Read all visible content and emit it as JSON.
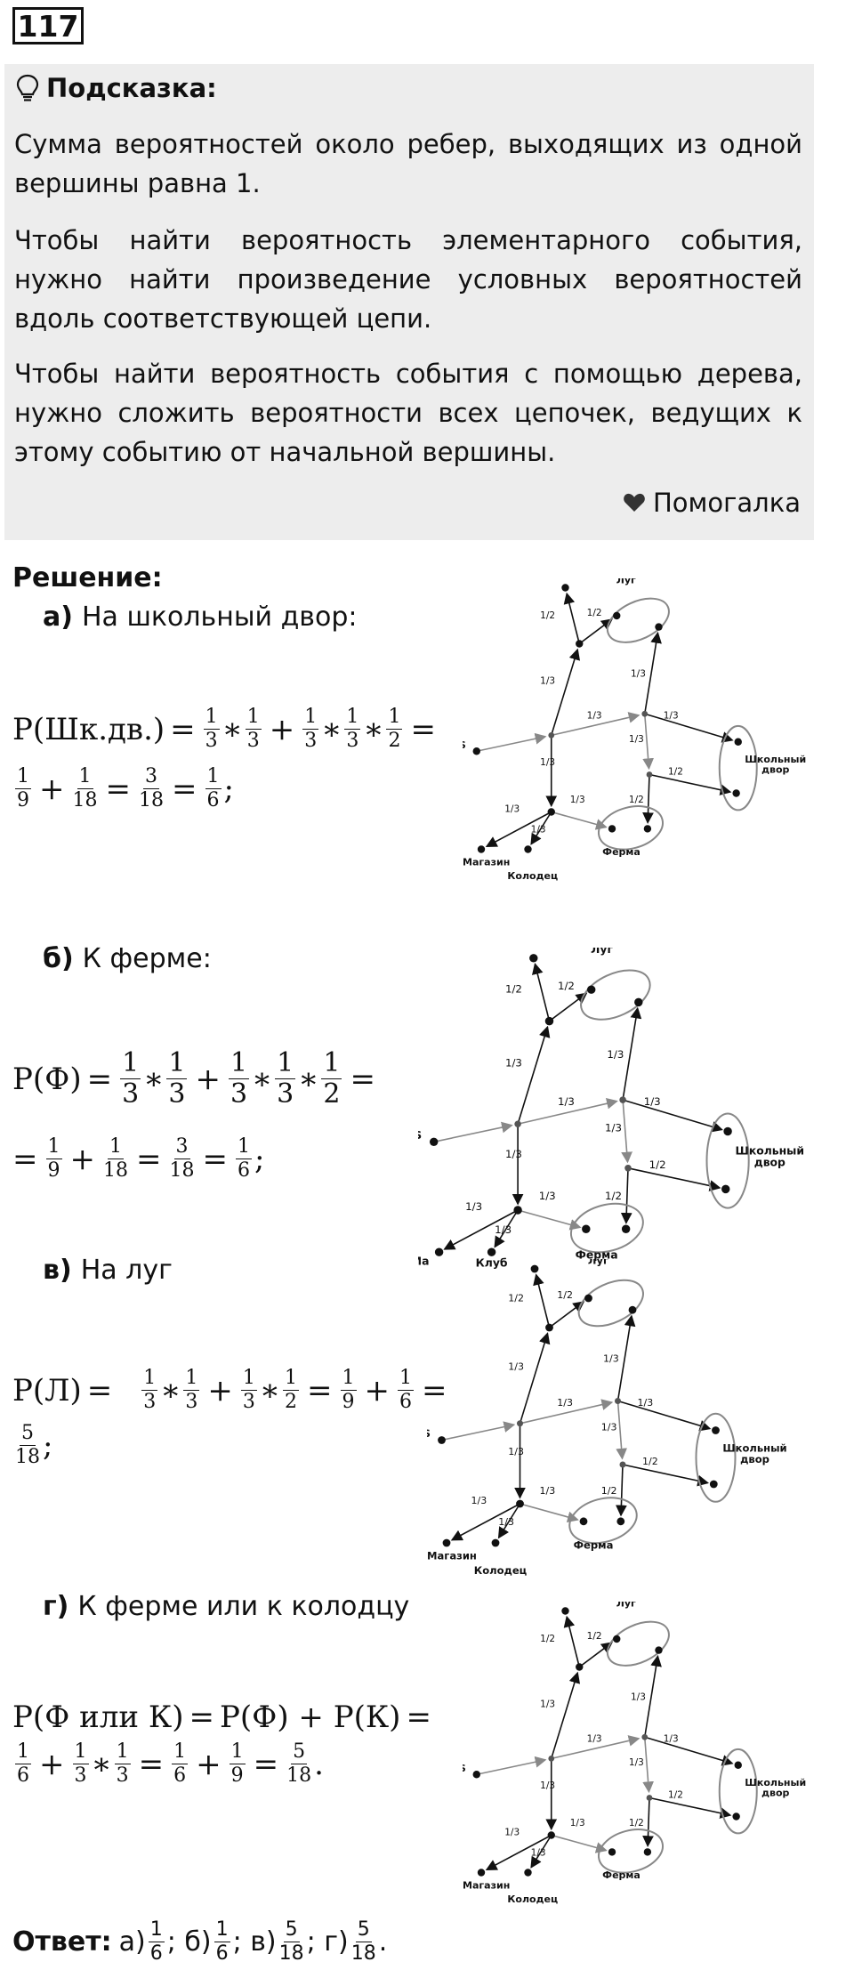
{
  "header": {
    "number": "117"
  },
  "hint": {
    "title": "Подсказка:",
    "p1": "Сумма вероятностей около ребер, выходящих из одной вершины равна 1.",
    "p2": "Чтобы найти вероятность элементарного события, нужно найти произведение условных вероятностей вдоль соответствующей цепи.",
    "p3": "Чтобы найти вероятность события с помощью дерева, нужно сложить вероятности всех цепочек, ведущих к этому событию от начальной вершины.",
    "brand": "Помогалка"
  },
  "solution": {
    "heading": "Решение:",
    "a": {
      "letter": "а)",
      "text": "На школьный двор:",
      "lhs": "P(Шк.дв.)"
    },
    "b": {
      "letter": "б)",
      "text": "К ферме:",
      "lhs": "P(Ф)"
    },
    "c": {
      "letter": "в)",
      "text": "На луг",
      "lhs": "P(Л)"
    },
    "d": {
      "letter": "г)",
      "text": "К ферме или к колодцу",
      "lhs": "P(Ф или К)",
      "mid": "P(Ф) + P(К)"
    }
  },
  "tree": {
    "s": "S",
    "meadow": "Луг",
    "school": "Школьный",
    "yard": "двор",
    "farm": "Ферма",
    "shop": "Магазин",
    "well": "Колодец",
    "club": "Клуб",
    "shop_cut": "Ма",
    "half": "1/2",
    "third": "1/3"
  },
  "answer": {
    "label": "Ответ:",
    "a": "а)",
    "b": "б)",
    "c": "в)",
    "d": "г)"
  }
}
